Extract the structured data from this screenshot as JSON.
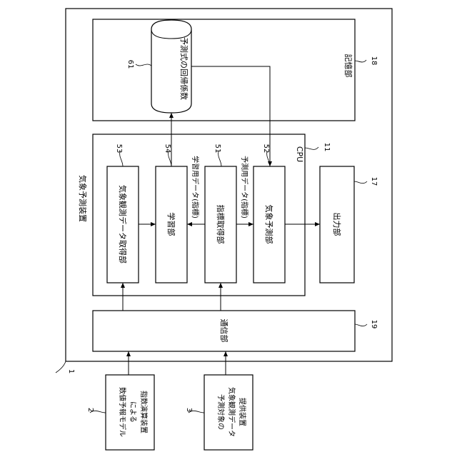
{
  "device": {
    "label": "気象予測装置",
    "ref": "1"
  },
  "storage": {
    "label": "記憶部",
    "ref": "18"
  },
  "database": {
    "label": "予測式の回帰係数",
    "ref": "61"
  },
  "cpu": {
    "label": "CPU",
    "ref": "11"
  },
  "blocks": {
    "weather_obs_acq": {
      "label": "気象観測データ取得部",
      "ref": "53"
    },
    "learning": {
      "label": "学習部",
      "ref": "54"
    },
    "index_acq": {
      "label": "指標取得部",
      "ref": "51"
    },
    "weather_pred": {
      "label": "気象予測部",
      "ref": "52"
    }
  },
  "output": {
    "label": "出力部",
    "ref": "17"
  },
  "comm": {
    "label": "通信部",
    "ref": "19"
  },
  "flows": {
    "learning_data": "学習用データ(指標)",
    "prediction_data": "予測用データ(指標)"
  },
  "external": {
    "nwp": {
      "label_line1": "数値予報モデル",
      "label_line2": "による",
      "label_line3": "指数演算装置",
      "ref": "2"
    },
    "obs_provider": {
      "label_line1": "予測対象の",
      "label_line2": "気象観測データ",
      "label_line3": "提供装置",
      "ref": "3"
    }
  }
}
